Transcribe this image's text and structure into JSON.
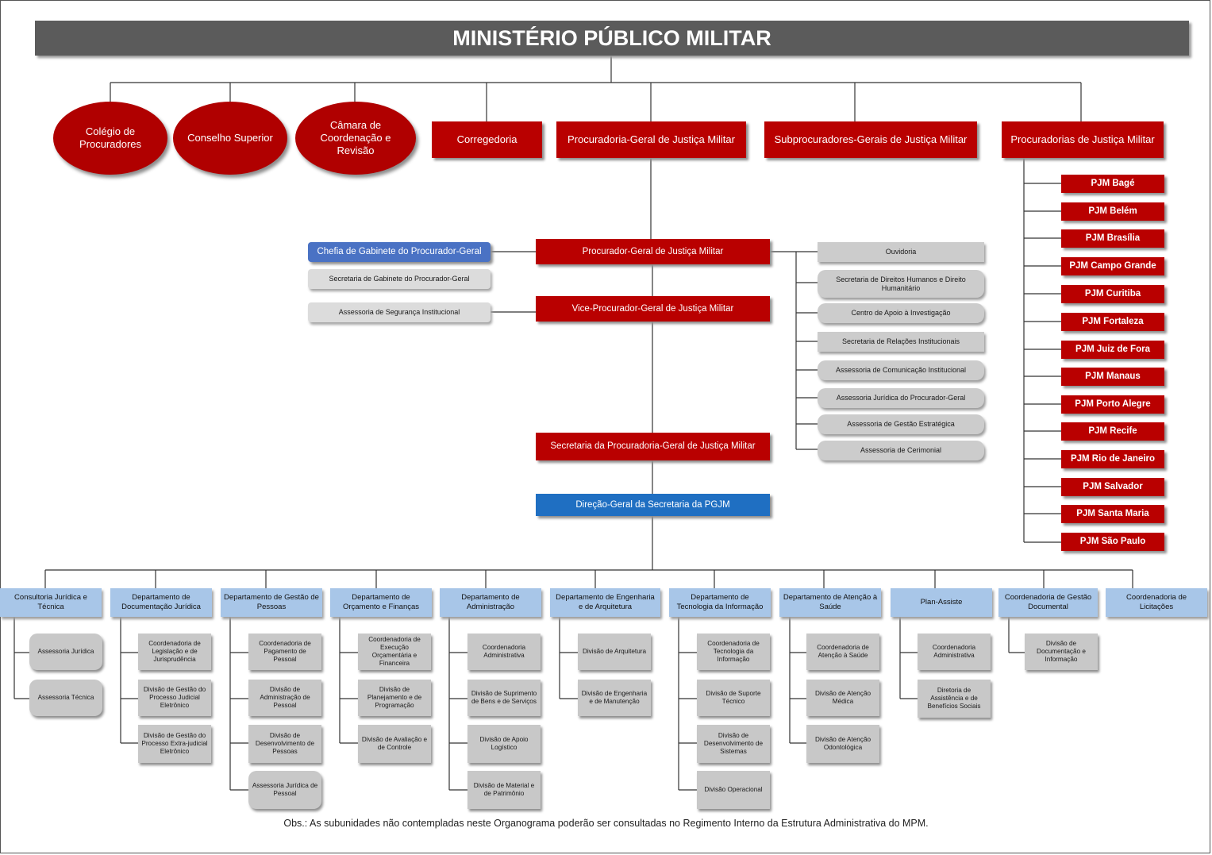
{
  "title": "MINISTÉRIO PÚBLICO MILITAR",
  "colors": {
    "header": "#5b5b5b",
    "red": "#b90000",
    "gray": "#cccccc",
    "blue": "#1f6fc2",
    "light_blue": "#a8c6e8"
  },
  "top_level": {
    "colegio": "Colégio de Procuradores",
    "conselho": "Conselho Superior",
    "camara": "Câmara de Coordenação e Revisão",
    "corregedoria": "Corregedoria",
    "pgjm": "Procuradoria-Geral de Justiça Militar",
    "subprocuradores": "Subprocuradores-Gerais de Justiça Militar",
    "procuradorias": "Procuradorias de Justiça Militar"
  },
  "pjm": [
    "PJM Bagé",
    "PJM Belém",
    "PJM Brasília",
    "PJM Campo Grande",
    "PJM Curitiba",
    "PJM Fortaleza",
    "PJM Juiz de Fora",
    "PJM Manaus",
    "PJM Porto Alegre",
    "PJM Recife",
    "PJM Rio de Janeiro",
    "PJM Salvador",
    "PJM Santa Maria",
    "PJM São Paulo"
  ],
  "central": {
    "procurador_geral": "Procurador-Geral de Justiça Militar",
    "vice": "Vice-Procurador-Geral de Justiça Militar",
    "secretaria": "Secretaria da Procuradoria-Geral de Justiça Militar",
    "direcao": "Direção-Geral da Secretaria da PGJM"
  },
  "left_units": {
    "chefia": "Chefia de Gabinete do Procurador-Geral",
    "secretaria_gabinete": "Secretaria de Gabinete do Procurador-Geral",
    "seguranca": "Assessoria de Segurança Institucional"
  },
  "right_units": [
    "Ouvidoria",
    "Secretaria de Direitos Humanos e Direito Humanitário",
    "Centro de Apoio à Investigação",
    "Secretaria de Relações Institucionais",
    "Assessoria de Comunicação Institucional",
    "Assessoria Jurídica do Procurador-Geral",
    "Assessoria de Gestão Estratégica",
    "Assessoria de Cerimonial"
  ],
  "departments": [
    {
      "name": "Consultoria Jurídica e Técnica",
      "subs": [
        "Assessoria Jurídica",
        "Assessoria Técnica"
      ]
    },
    {
      "name": "Departamento de Documentação Jurídica",
      "subs": [
        "Coordenadoria de Legislação e de Jurisprudência",
        "Divisão de Gestão do Processo Judicial Eletrônico",
        "Divisão de Gestão do Processo Extra-judicial Eletrônico"
      ]
    },
    {
      "name": "Departamento de Gestão de Pessoas",
      "subs": [
        "Coordenadoria de Pagamento de Pessoal",
        "Divisão de Administração de Pessoal",
        "Divisão de Desenvolvimento de Pessoas",
        "Assessoria Jurídica de Pessoal"
      ]
    },
    {
      "name": "Departamento de Orçamento e Finanças",
      "subs": [
        "Coordenadoria de Execução Orçamentária e Financeira",
        "Divisão de Planejamento e de Programação",
        "Divisão de Avaliação e de Controle"
      ]
    },
    {
      "name": "Departamento de Administração",
      "subs": [
        "Coordenadoria Administrativa",
        "Divisão de Suprimento de Bens e de Serviços",
        "Divisão de Apoio Logístico",
        "Divisão de Material e de Patrimônio"
      ]
    },
    {
      "name": "Departamento de Engenharia e de Arquitetura",
      "subs": [
        "Divisão de Arquitetura",
        "Divisão de Engenharia e de Manutenção"
      ]
    },
    {
      "name": "Departamento de Tecnologia da Informação",
      "subs": [
        "Coordenadoria de Tecnologia da Informação",
        "Divisão de Suporte Técnico",
        "Divisão de Desenvolvimento de Sistemas",
        "Divisão Operacional"
      ]
    },
    {
      "name": "Departamento de Atenção à Saúde",
      "subs": [
        "Coordenadoria de Atenção à Saúde",
        "Divisão de Atenção Médica",
        "Divisão de Atenção Odontológica"
      ]
    },
    {
      "name": "Plan-Assiste",
      "subs": [
        "Coordenadoria Administrativa",
        "Diretoria de Assistência e de Benefícios Sociais"
      ]
    },
    {
      "name": "Coordenadoria de Gestão Documental",
      "subs": [
        "Divisão de Documentação e Informação"
      ]
    },
    {
      "name": "Coordenadoria de Licitações",
      "subs": []
    }
  ],
  "note": "Obs.: As subunidades não contempladas neste Organograma poderão ser consultadas no Regimento Interno da Estrutura Administrativa do MPM."
}
